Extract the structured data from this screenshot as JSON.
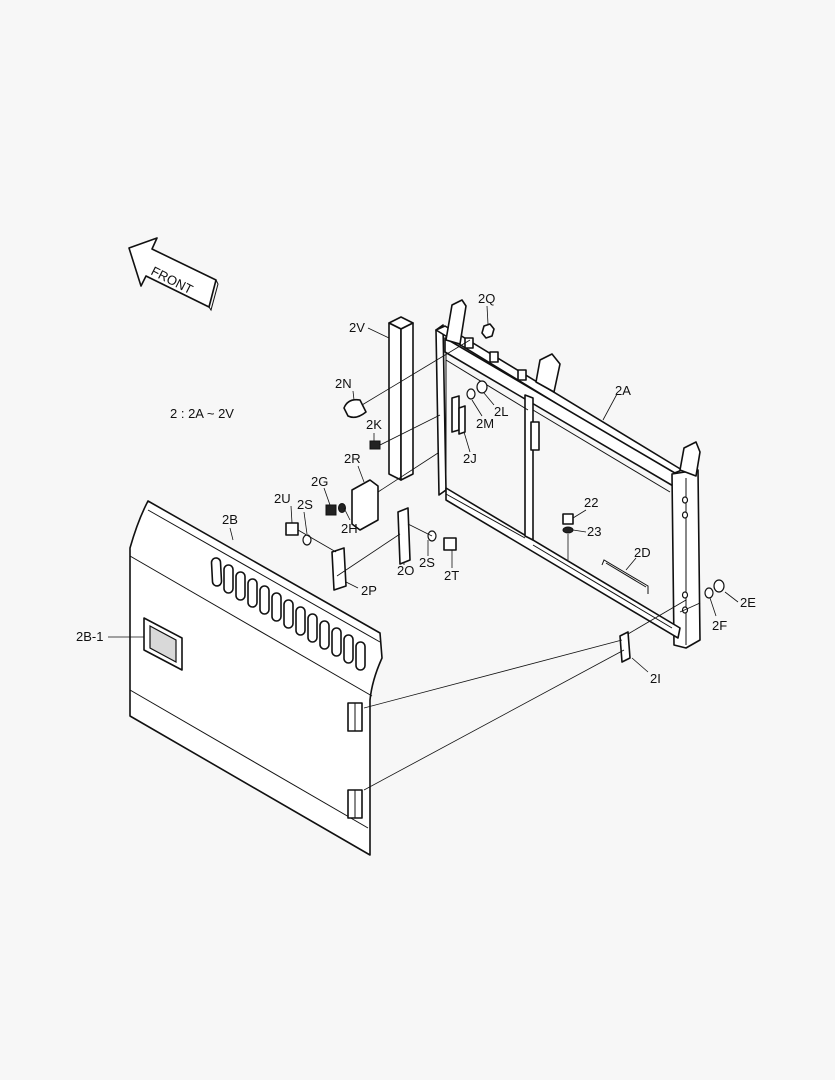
{
  "diagram": {
    "front_label": "FRONT",
    "range_note": "2 : 2A ~ 2V",
    "callouts": {
      "c2Q": "2Q",
      "c2V": "2V",
      "c2N": "2N",
      "c2A": "2A",
      "c2L": "2L",
      "c2M": "2M",
      "c2K": "2K",
      "c2J": "2J",
      "c2R": "2R",
      "c2G": "2G",
      "c2U": "2U",
      "c2S_left": "2S",
      "c2H": "2H",
      "c2B": "2B",
      "c22": "22",
      "c23": "23",
      "c2O": "2O",
      "c2S_right": "2S",
      "c2T": "2T",
      "c2P": "2P",
      "c2D": "2D",
      "c2E": "2E",
      "c2F": "2F",
      "c2B1": "2B-1",
      "c2I": "2I"
    }
  }
}
